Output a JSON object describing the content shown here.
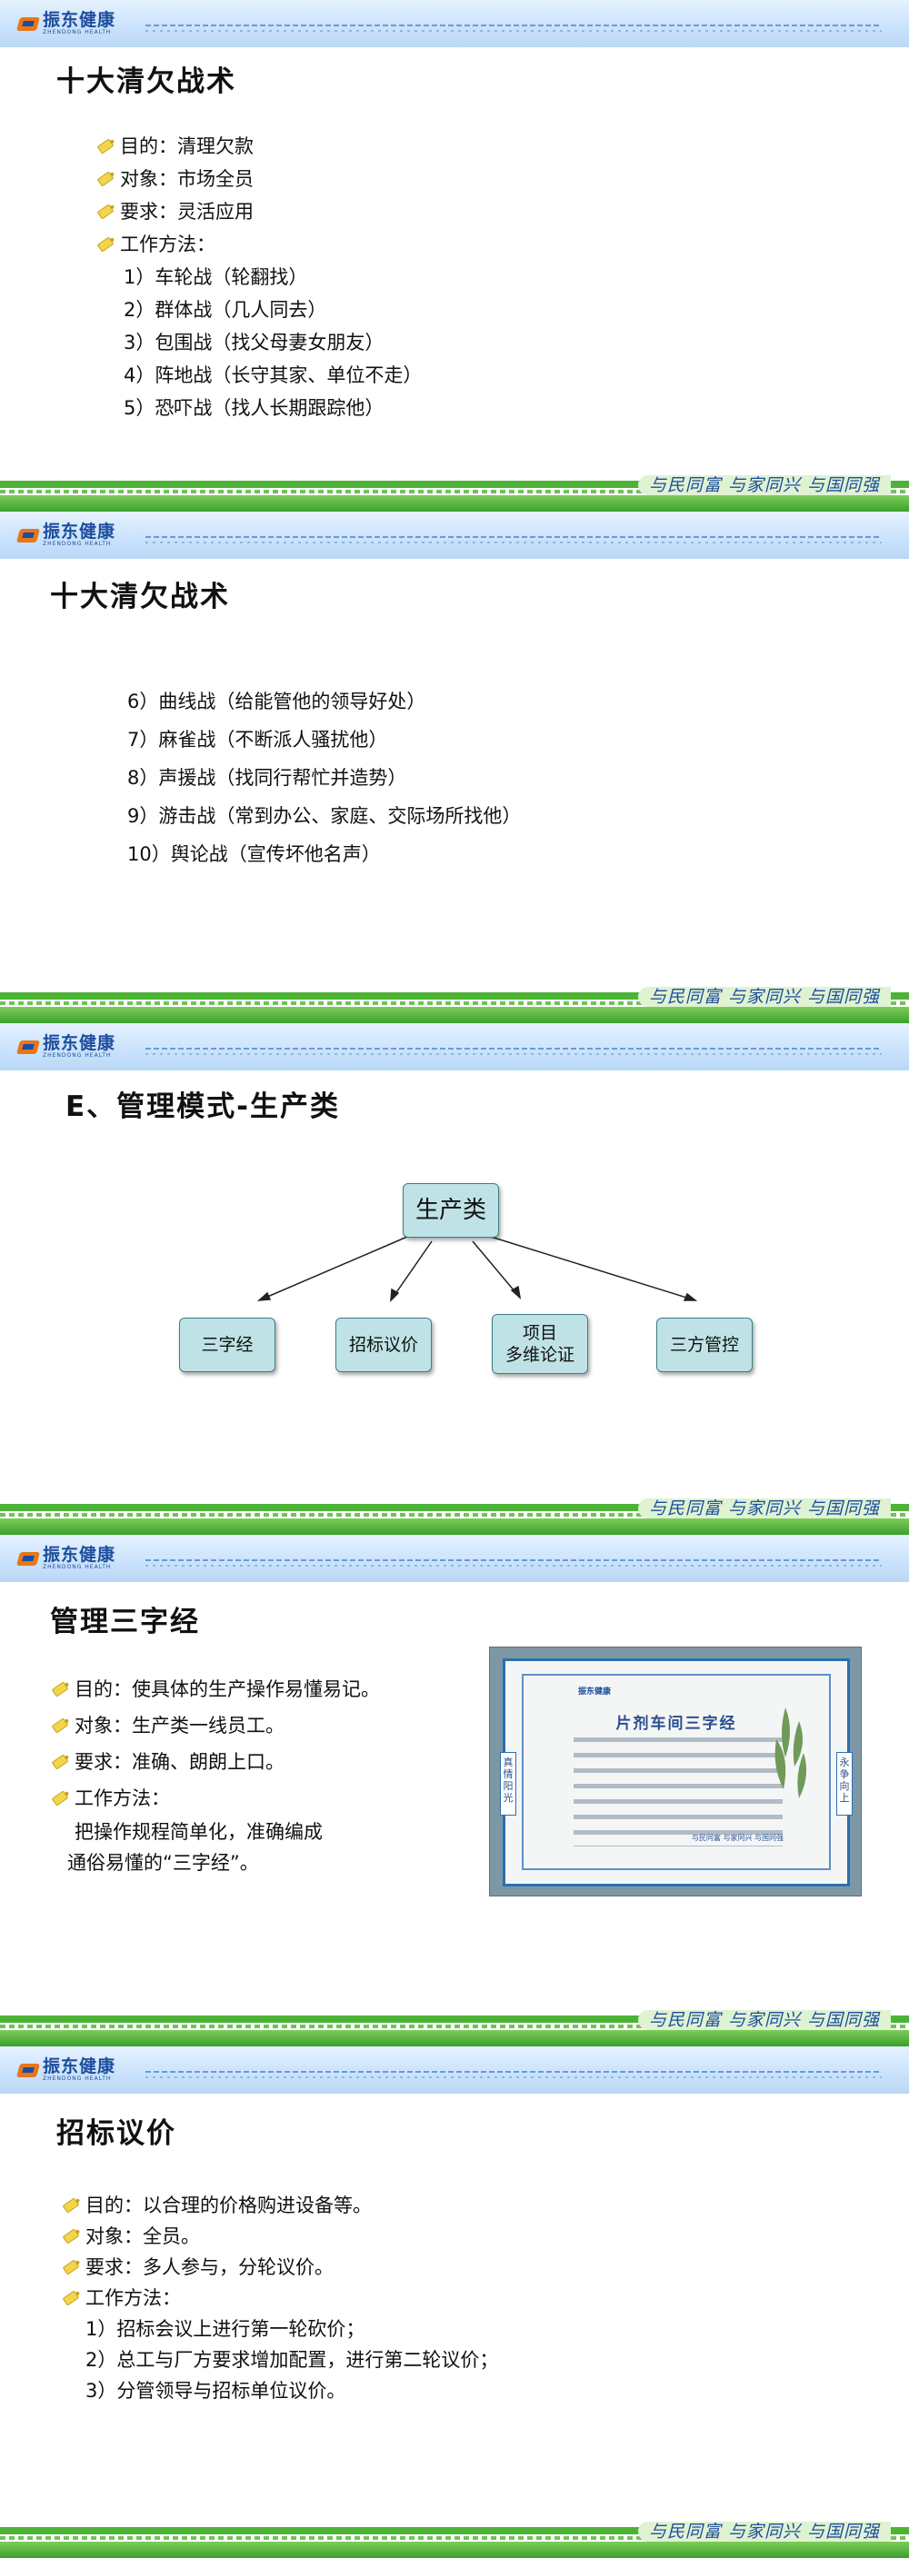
{
  "brand": {
    "name_cn": "振东健康",
    "name_en": "ZHENDONG HEALTH"
  },
  "slogan": "与民同富 与家同兴 与国同强",
  "slides": [
    {
      "title": "十大清欠战术",
      "bullets": [
        "目的：清理欠款",
        "对象：市场全员",
        "要求：灵活应用",
        "工作方法："
      ],
      "items": [
        "1）车轮战（轮翻找）",
        "2）群体战（几人同去）",
        "3）包围战（找父母妻女朋友）",
        "4）阵地战（长守其家、单位不走）",
        "5）恐吓战（找人长期跟踪他）"
      ]
    },
    {
      "title": "十大清欠战术",
      "items": [
        "6）曲线战（给能管他的领导好处）",
        "7）麻雀战（不断派人骚扰他）",
        "8）声援战（找同行帮忙并造势）",
        "9）游击战（常到办公、家庭、交际场所找他）",
        "10）舆论战（宣传坏他名声）"
      ]
    },
    {
      "title": "E、管理模式-生产类",
      "diagram": {
        "root": "生产类",
        "children": [
          "三字经",
          "招标议价",
          "项目\n多维论证",
          "三方管控"
        ]
      }
    },
    {
      "title": "管理三字经",
      "bullets": [
        "目的：使具体的生产操作易懂易记。",
        "对象：生产类一线员工。",
        "要求：准确、朗朗上口。",
        "工作方法："
      ],
      "method_lines": [
        "把操作规程简单化，准确编成",
        "通俗易懂的“三字经”。"
      ],
      "photo": {
        "title": "片剂车间三字经",
        "left_banner": "真情阳光",
        "right_banner": "永争向上",
        "footer": "与民同富 与家同兴 与国同强"
      }
    },
    {
      "title": "招标议价",
      "bullets": [
        "目的：以合理的价格购进设备等。",
        "对象：全员。",
        "要求：多人参与，分轮议价。",
        "工作方法："
      ],
      "items": [
        "1）招标会议上进行第一轮砍价；",
        "2）总工与厂方要求增加配置，进行第二轮议价；",
        "3）分管领导与招标单位议价。"
      ]
    }
  ]
}
